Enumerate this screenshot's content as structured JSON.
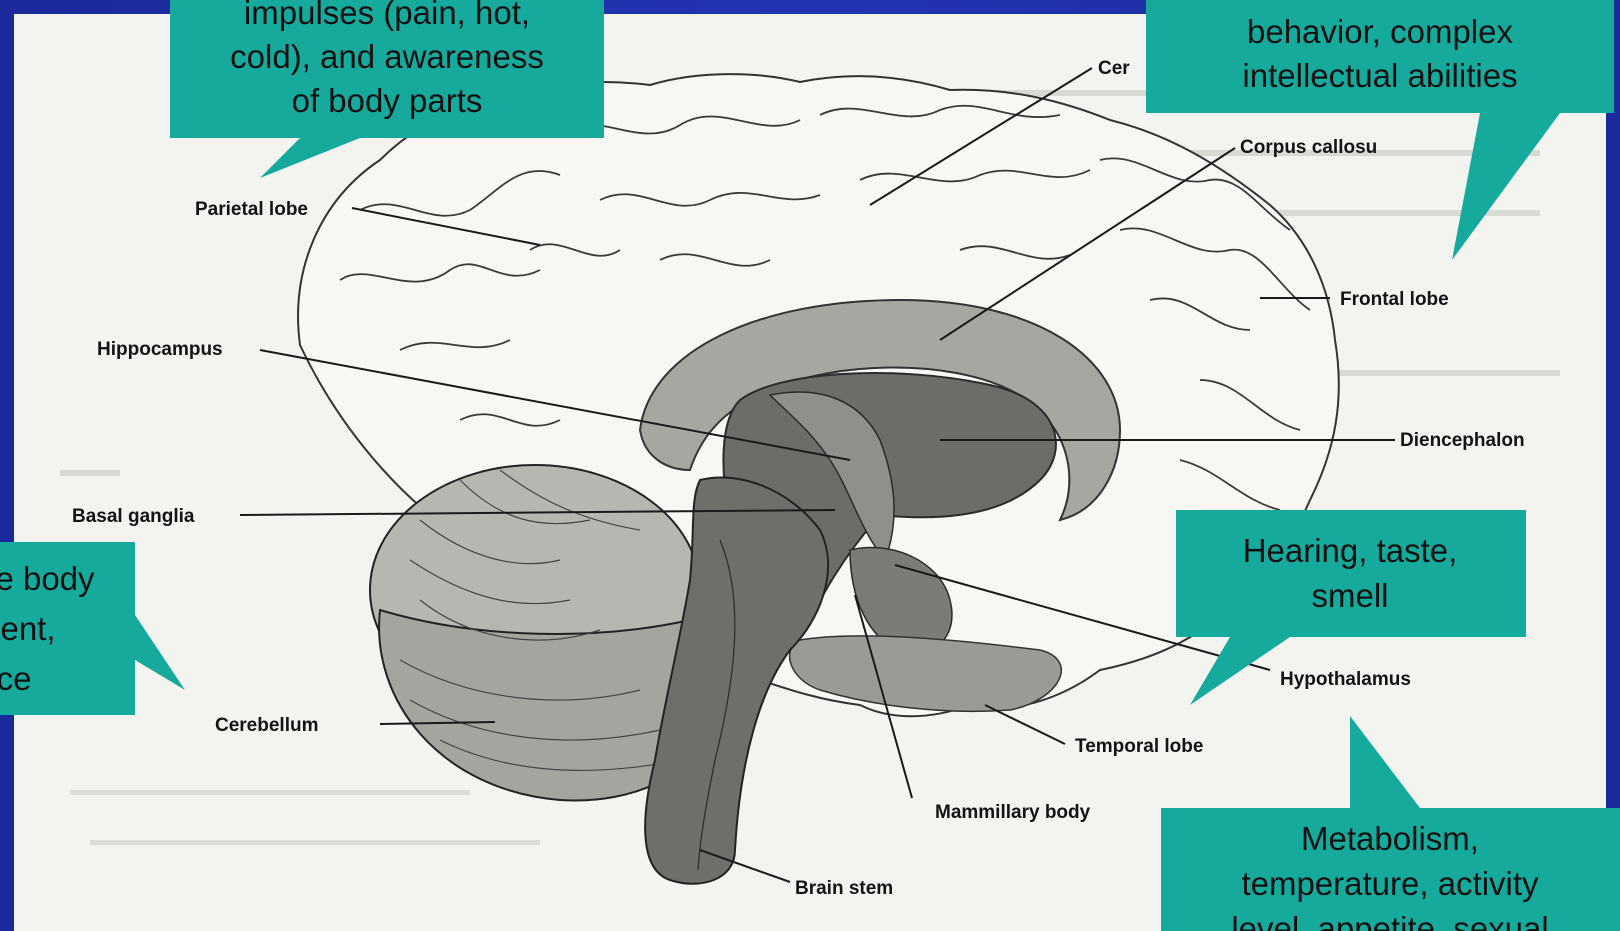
{
  "diagram": {
    "structure_labels": {
      "cerebrum": "Cer",
      "corpus_callosum": "Corpus callosu",
      "parietal_lobe": "Parietal lobe",
      "frontal_lobe": "Frontal lobe",
      "hippocampus": "Hippocampus",
      "diencephalon": "Diencephalon",
      "basal_ganglia": "Basal ganglia",
      "hypothalamus": "Hypothalamus",
      "cerebellum": "Cerebellum",
      "temporal_lobe": "Temporal lobe",
      "mammillary_body": "Mammillary body",
      "brain_stem": "Brain stem"
    },
    "callouts": {
      "parietal": [
        "impulses (pain, hot,",
        "cold), and awareness",
        "of body parts"
      ],
      "frontal": [
        "behavior, complex",
        "intellectual abilities"
      ],
      "temporal": [
        "Hearing, taste,",
        "smell"
      ],
      "cerebellum": [
        "e body",
        "ent,",
        "ce"
      ],
      "hypothalamus": [
        "Metabolism,",
        "temperature, activity",
        "level, appetite, sexual"
      ]
    }
  },
  "colors": {
    "callout_fill": "#16aa9d",
    "slide_background": "#2233aa"
  }
}
